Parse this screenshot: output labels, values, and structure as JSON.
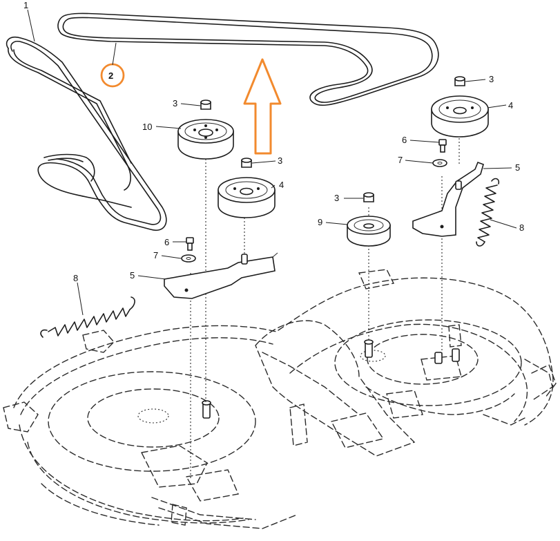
{
  "colors": {
    "ink": "#1c1c1c",
    "highlight": "#f28a2e",
    "background": "#ffffff"
  },
  "callouts": {
    "belt_long": "1",
    "belt_short": "2",
    "nut_a": "3",
    "nut_b": "3",
    "nut_c": "3",
    "nut_d": "3",
    "pulley_left_large": "4",
    "pulley_right_large": "4",
    "bracket_left": "5",
    "bracket_right": "5",
    "bolt_left": "6",
    "bolt_right": "6",
    "washer_left": "7",
    "washer_right": "7",
    "spring_left": "8",
    "spring_right": "8",
    "pulley_center": "9",
    "pulley_idler": "10"
  },
  "highlight": {
    "circled_callout": "belt_short",
    "arrow_direction": "up"
  }
}
